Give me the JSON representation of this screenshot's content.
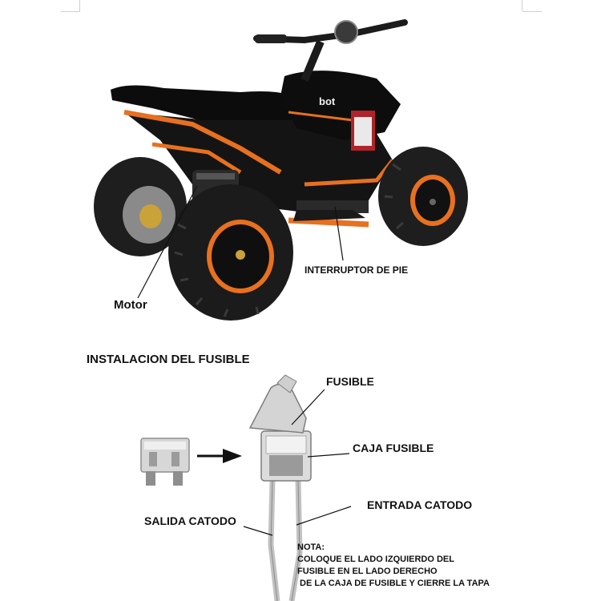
{
  "labels": {
    "motor": "Motor",
    "interruptor": "INTERRUPTOR DE PIE",
    "heading": "INSTALACION DEL FUSIBLE",
    "fusible": "FUSIBLE",
    "caja": "CAJA FUSIBLE",
    "entrada": "ENTRADA CATODO",
    "salida": "SALIDA CATODO"
  },
  "brand": "bot",
  "note": {
    "title": "NOTA:",
    "lines": [
      "COLOQUE EL LADO IZQUIERDO DEL",
      "FUSIBLE EN EL LADO DERECHO",
      " DE LA CAJA DE FUSIBLE Y CIERRE LA TAPA"
    ]
  },
  "colors": {
    "accent": "#e8701f",
    "body": "#111111",
    "tire": "#222222"
  }
}
